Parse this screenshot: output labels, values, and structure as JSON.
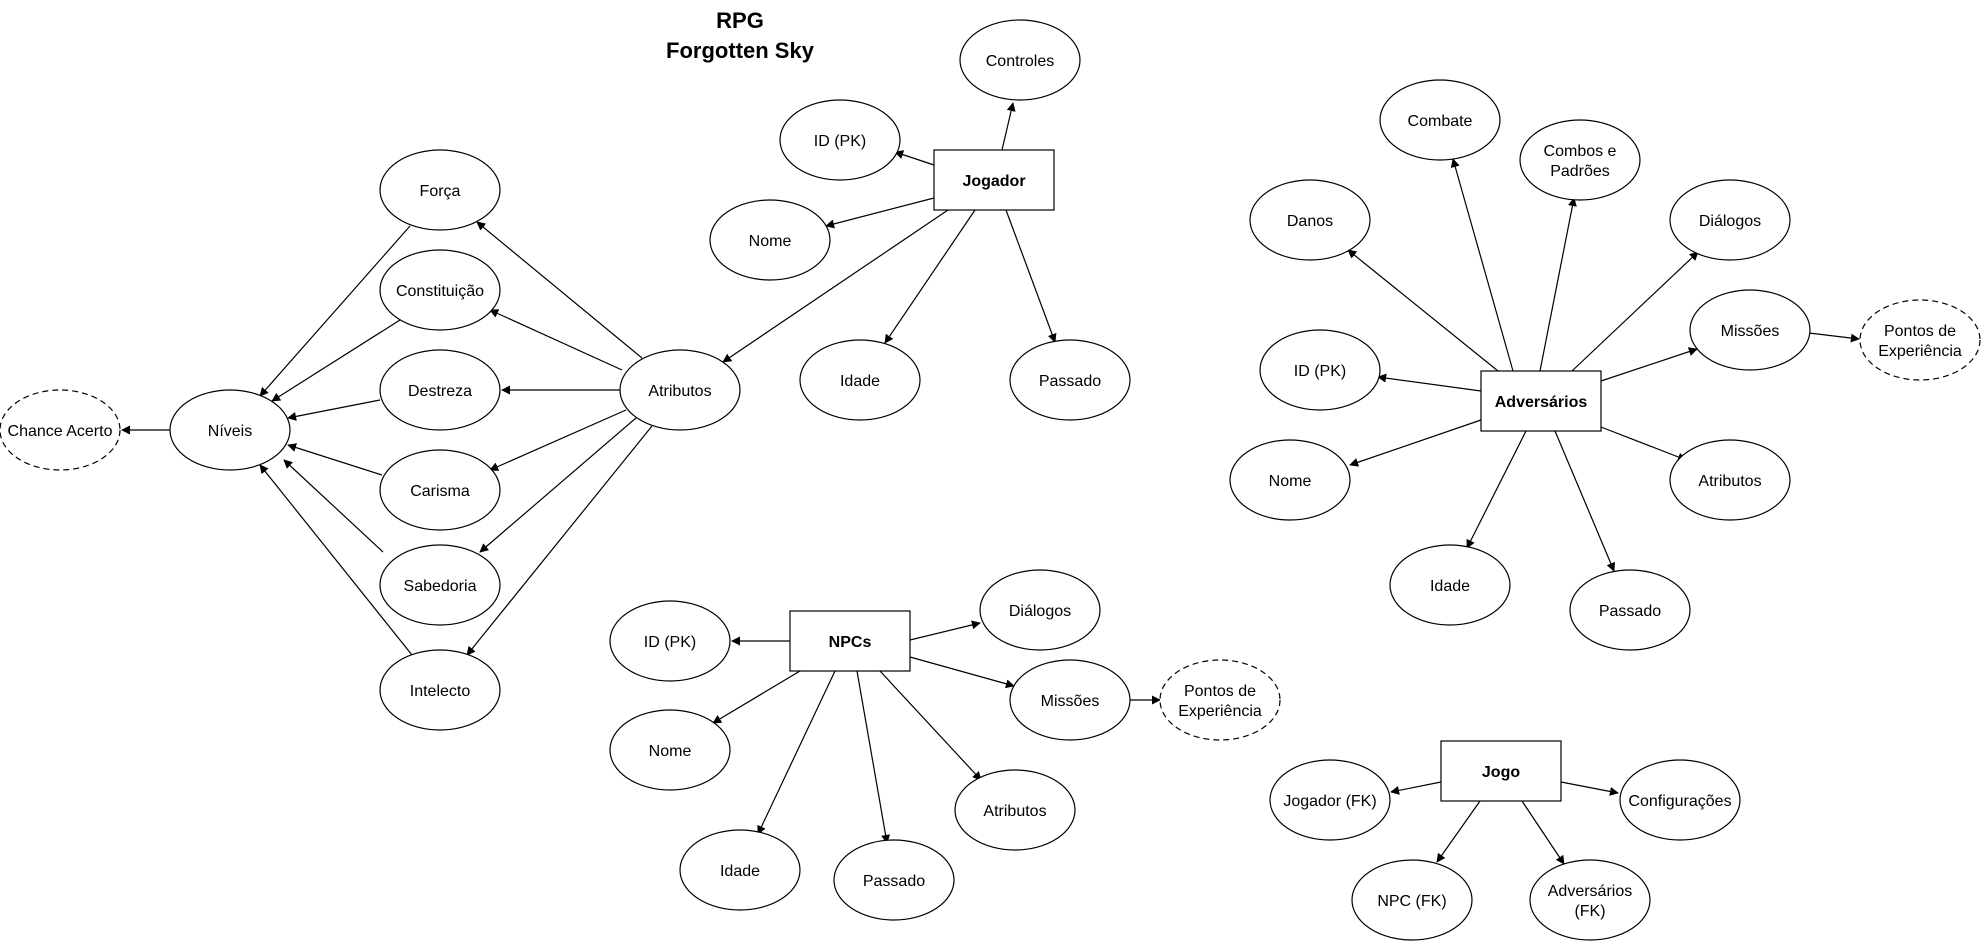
{
  "title": {
    "line1": "RPG",
    "line2": "Forgotten Sky"
  },
  "colors": {
    "stroke": "#000000",
    "fill": "#ffffff",
    "background": "#ffffff"
  },
  "entities": {
    "jogador": "Jogador",
    "adversarios": "Adversários",
    "npcs": "NPCs",
    "jogo": "Jogo"
  },
  "levels": {
    "niveis": "Níveis",
    "chance": "Chance Acerto",
    "atributos": "Atributos",
    "forca": "Força",
    "constituicao": "Constituição",
    "destreza": "Destreza",
    "carisma": "Carisma",
    "sabedoria": "Sabedoria",
    "intelecto": "Intelecto"
  },
  "jogador_attrs": {
    "controles": "Controles",
    "id": "ID (PK)",
    "nome": "Nome",
    "idade": "Idade",
    "passado": "Passado"
  },
  "adversarios_attrs": {
    "combate": "Combate",
    "combos": [
      "Combos e",
      "Padrões"
    ],
    "danos": "Danos",
    "dialogos": "Diálogos",
    "missoes": "Missões",
    "xp": [
      "Pontos de",
      "Experiência"
    ],
    "id": "ID (PK)",
    "nome": "Nome",
    "atributos": "Atributos",
    "idade": "Idade",
    "passado": "Passado"
  },
  "npcs_attrs": {
    "id": "ID (PK)",
    "dialogos": "Diálogos",
    "missoes": "Missões",
    "xp": [
      "Pontos de",
      "Experiência"
    ],
    "nome": "Nome",
    "atributos": "Atributos",
    "idade": "Idade",
    "passado": "Passado"
  },
  "jogo_attrs": {
    "jogador_fk": "Jogador (FK)",
    "configuracoes": "Configurações",
    "npc_fk": "NPC (FK)",
    "adversarios_fk": [
      "Adversários",
      "(FK)"
    ]
  }
}
